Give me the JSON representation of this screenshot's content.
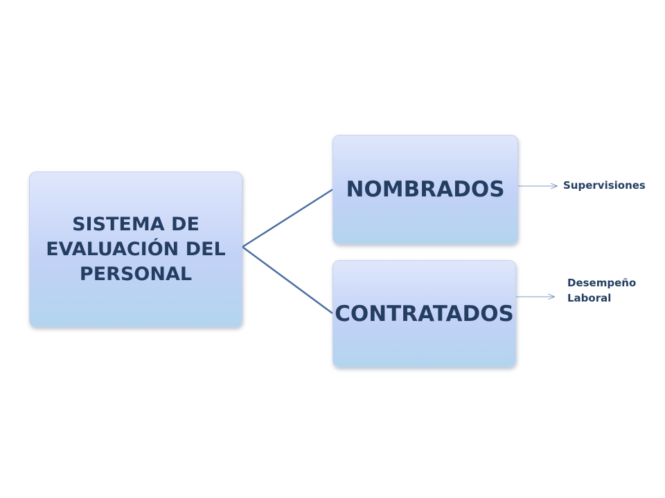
{
  "diagram": {
    "root": {
      "lines": [
        "SISTEMA DE",
        "EVALUACIÓN DEL",
        "PERSONAL"
      ]
    },
    "branches": [
      {
        "label": "NOMBRADOS"
      },
      {
        "label": "CONTRATADOS"
      }
    ],
    "leaves": [
      {
        "lines": [
          "Supervisiones"
        ]
      },
      {
        "lines": [
          "Desempeño",
          "Laboral"
        ]
      }
    ],
    "colors": {
      "node_text": "#243e62",
      "connector": "#4a6fa0",
      "arrow": "#7f9cc3"
    }
  }
}
